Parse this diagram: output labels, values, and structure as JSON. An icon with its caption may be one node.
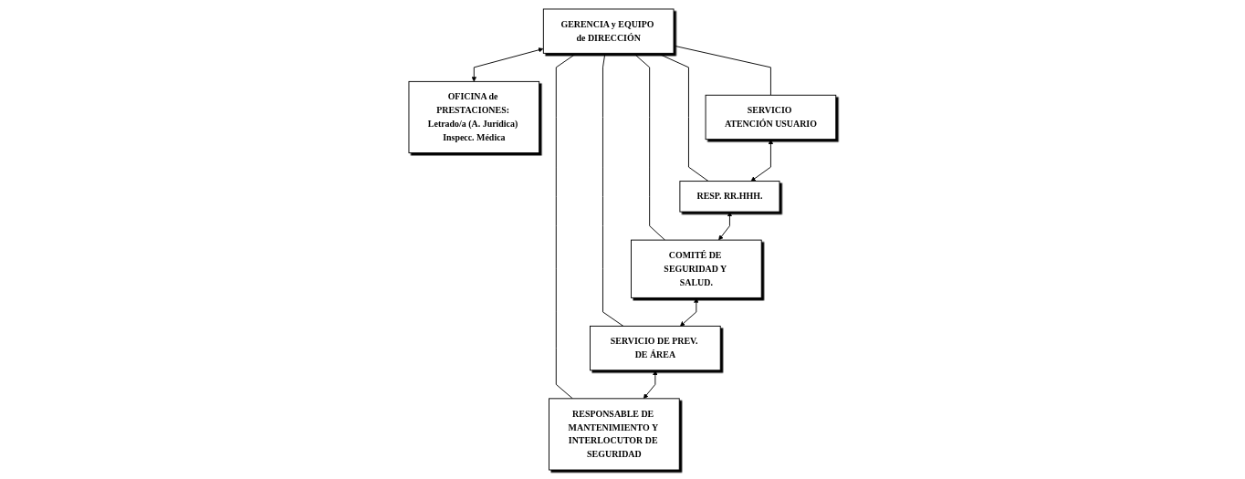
{
  "diagram": {
    "nodes": [
      {
        "text": [
          "GERENCIA y EQUIPO de DIRECCIÓN"
        ]
      },
      {
        "text": [
          "OFICINA de PRESTACIONES: Letrado/a (A. Jurídica) Inspecc. Médica"
        ]
      },
      {
        "text": [
          "SERVICIO ATENCIÓN USUARIO"
        ]
      },
      {
        "text": [
          "RESP. RR.HHH."
        ]
      },
      {
        "text": [
          "COMITÉ DE SEGURIDAD Y SALUD."
        ]
      },
      {
        "text": [
          "SERVICIO DE PREV. DE ÁREA"
        ]
      },
      {
        "text": [
          "RESPONSABLE DE MANTENIMIENTO Y INTERLOCUTOR DE SEGURIDAD"
        ]
      }
    ],
    "edges": [
      {
        "from": 0,
        "to": 1,
        "arrow": "both"
      },
      {
        "from": 0,
        "to": 2,
        "arrow": "none"
      },
      {
        "from": 0,
        "to": 3,
        "arrow": "none"
      },
      {
        "from": 0,
        "to": 4,
        "arrow": "none"
      },
      {
        "from": 0,
        "to": 5,
        "arrow": "none"
      },
      {
        "from": 0,
        "to": 6,
        "arrow": "none"
      },
      {
        "from": 2,
        "to": 3,
        "arrow": "both"
      },
      {
        "from": 3,
        "to": 4,
        "arrow": "both"
      },
      {
        "from": 4,
        "to": 5,
        "arrow": "both"
      },
      {
        "from": 5,
        "to": 6,
        "arrow": "both"
      }
    ]
  }
}
